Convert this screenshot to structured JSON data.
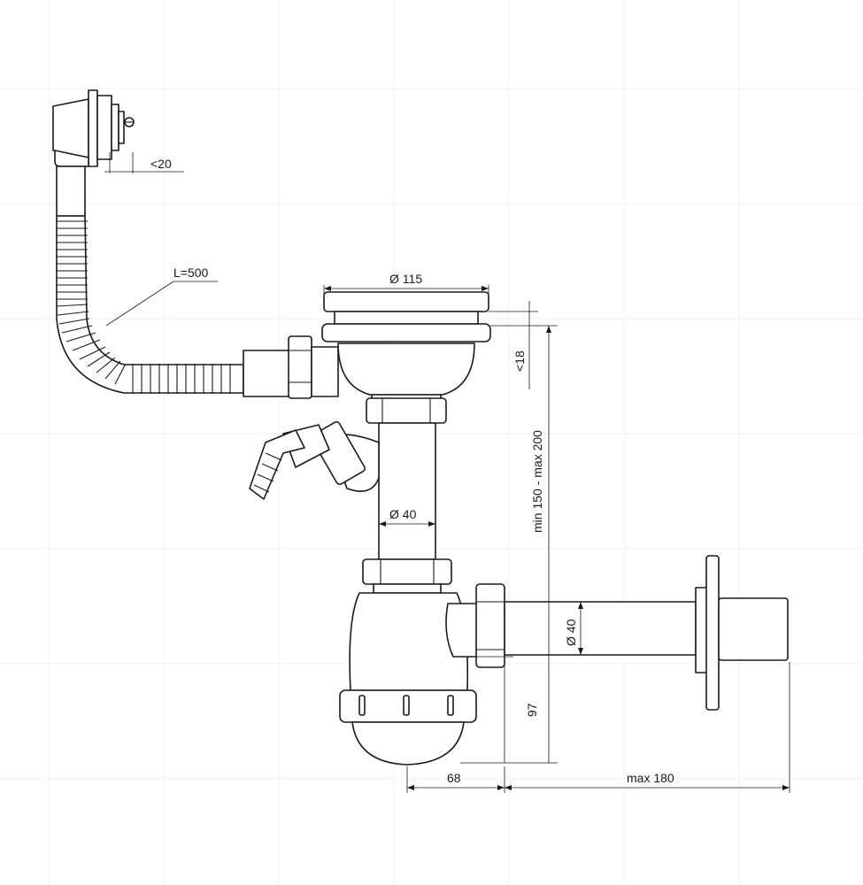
{
  "diagram": {
    "colors": {
      "line": "#1a1a1a",
      "background": "#ffffff",
      "grid": "#f1f1f1"
    },
    "dimensions": {
      "overflow_offset": "<20",
      "hose_length": "L=500",
      "strainer_diameter": "Ø 115",
      "sink_thickness": "<18",
      "height_range": "min 150 - max 200",
      "tube_diameter": "Ø 40",
      "outlet_diameter": "Ø 40",
      "trap_height": "97",
      "trap_offset": "68",
      "outlet_length": "max 180"
    }
  }
}
